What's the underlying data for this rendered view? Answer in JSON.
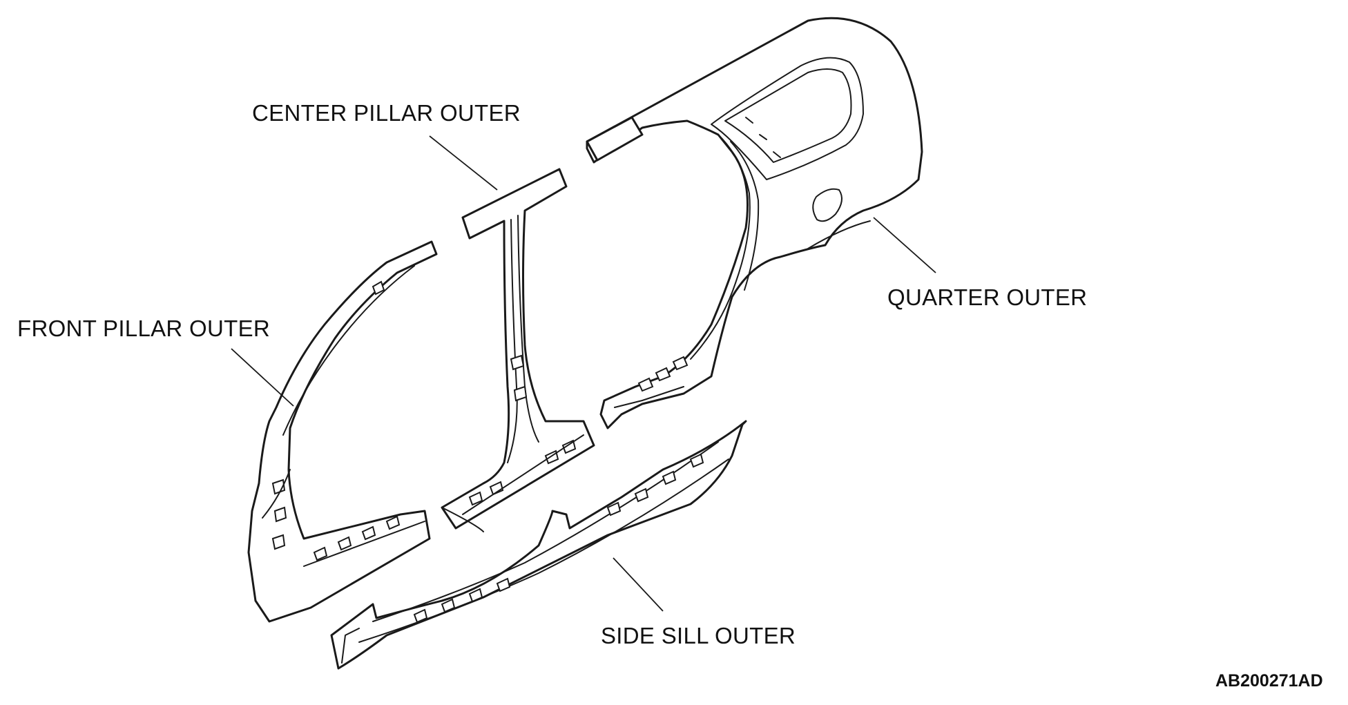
{
  "diagram": {
    "labels": {
      "center_pillar_outer": "CENTER PILLAR OUTER",
      "front_pillar_outer": "FRONT PILLAR OUTER",
      "quarter_outer": "QUARTER OUTER",
      "side_sill_outer": "SIDE SILL OUTER"
    },
    "figure_code": "AB200271AD"
  }
}
